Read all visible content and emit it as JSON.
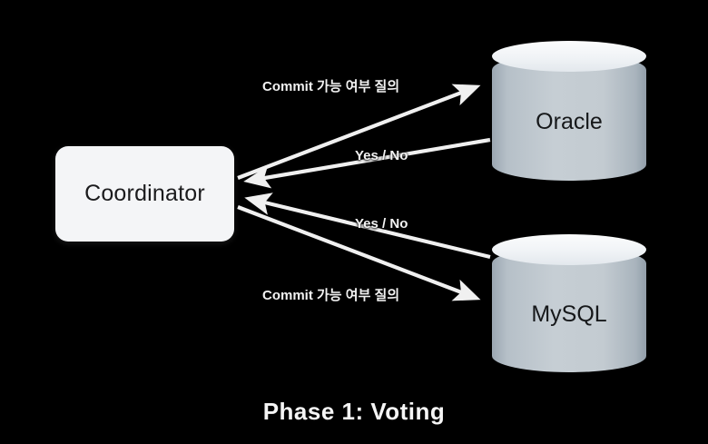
{
  "slide": {
    "title": "Phase 1: Voting",
    "background_color": "#000000",
    "text_color": "#f5f5f5"
  },
  "diagram": {
    "type": "sequence-flow",
    "nodes": [
      {
        "id": "coordinator",
        "label": "Coordinator",
        "shape": "rounded-rect",
        "fill": "#f4f5f7",
        "text_color": "#1b1b1d"
      },
      {
        "id": "oracle",
        "label": "Oracle",
        "shape": "cylinder",
        "fill": "#c0c8ce",
        "top_fill": "#f0f3f6",
        "text_color": "#16181a"
      },
      {
        "id": "mysql",
        "label": "MySQL",
        "shape": "cylinder",
        "fill": "#c0c8ce",
        "top_fill": "#f0f3f6",
        "text_color": "#16181a"
      }
    ],
    "edges": [
      {
        "id": "ask-oracle",
        "from": "coordinator",
        "to": "oracle",
        "label": "Commit 가능 여부 질의",
        "direction": "right-up",
        "color": "#f0f0f0"
      },
      {
        "id": "yesno-oracle",
        "from": "oracle",
        "to": "coordinator",
        "label": "Yes / No",
        "direction": "left-down",
        "color": "#f0f0f0"
      },
      {
        "id": "yesno-mysql",
        "from": "mysql",
        "to": "coordinator",
        "label": "Yes / No",
        "direction": "left-up",
        "color": "#f0f0f0"
      },
      {
        "id": "ask-mysql",
        "from": "coordinator",
        "to": "mysql",
        "label": "Commit 가능 여부 질의",
        "direction": "right-down",
        "color": "#f0f0f0"
      }
    ]
  }
}
